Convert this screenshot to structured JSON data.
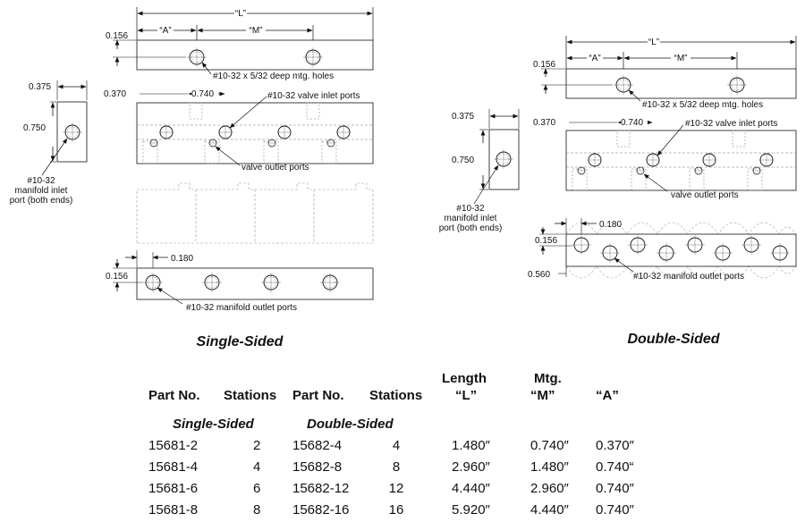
{
  "drawings": {
    "single": {
      "caption": "Single-Sided",
      "dim_L": "“L”",
      "dim_A": "“A”",
      "dim_M": "“M”",
      "dim_0156_top": "0.156",
      "mtg_holes_note": "#10-32 x 5/32 deep mtg. holes",
      "dim_0370": "0.370",
      "dim_0740": "0.740",
      "valve_inlet_note": "#10-32 valve inlet ports",
      "valve_outlet_note": "valve outlet ports",
      "dim_0180": "0.180",
      "dim_0156_bottom": "0.156",
      "manifold_outlet_note": "#10-32 manifold outlet ports",
      "end_dim_0375": "0.375",
      "end_dim_0750": "0.750",
      "end_note_1": "#10-32",
      "end_note_2": "manifold inlet",
      "end_note_3": "port (both ends)"
    },
    "double": {
      "caption": "Double-Sided",
      "dim_L": "“L”",
      "dim_A": "“A”",
      "dim_M": "“M”",
      "dim_0156_top": "0.156",
      "mtg_holes_note": "#10-32 x 5/32 deep mtg. holes",
      "dim_0370": "0.370",
      "dim_0740": "0.740",
      "valve_inlet_note": "#10-32 valve inlet ports",
      "valve_outlet_note": "valve outlet ports",
      "dim_0180": "0.180",
      "dim_0156_bottom": "0.156",
      "dim_0560": "0.560",
      "manifold_outlet_note": "#10-32 manifold outlet ports",
      "end_dim_0375": "0.375",
      "end_dim_0750": "0.750",
      "end_note_1": "#10-32",
      "end_note_2": "manifold inlet",
      "end_note_3": "port (both ends)"
    }
  },
  "table": {
    "headers": {
      "part_single": "Part No.",
      "stations_single": "Stations",
      "part_double": "Part No.",
      "stations_double": "Stations",
      "length_1": "Length",
      "length_2": "“L”",
      "mtg_1": "Mtg.",
      "mtg_2": "“M”",
      "a": "“A”"
    },
    "subheaders": {
      "single": "Single-Sided",
      "double": "Double-Sided"
    },
    "rows": [
      {
        "part_s": "15681-2",
        "st_s": "2",
        "part_d": "15682-4",
        "st_d": "4",
        "L": "1.480″",
        "M": "0.740″",
        "A": "0.370″"
      },
      {
        "part_s": "15681-4",
        "st_s": "4",
        "part_d": "15682-8",
        "st_d": "8",
        "L": "2.960″",
        "M": "1.480″",
        "A": "0.740“"
      },
      {
        "part_s": "15681-6",
        "st_s": "6",
        "part_d": "15682-12",
        "st_d": "12",
        "L": "4.440″",
        "M": "2.960″",
        "A": "0.740″"
      },
      {
        "part_s": "15681-8",
        "st_s": "8",
        "part_d": "15682-16",
        "st_d": "16",
        "L": "5.920″",
        "M": "4.440″",
        "A": "0.740″"
      }
    ]
  }
}
